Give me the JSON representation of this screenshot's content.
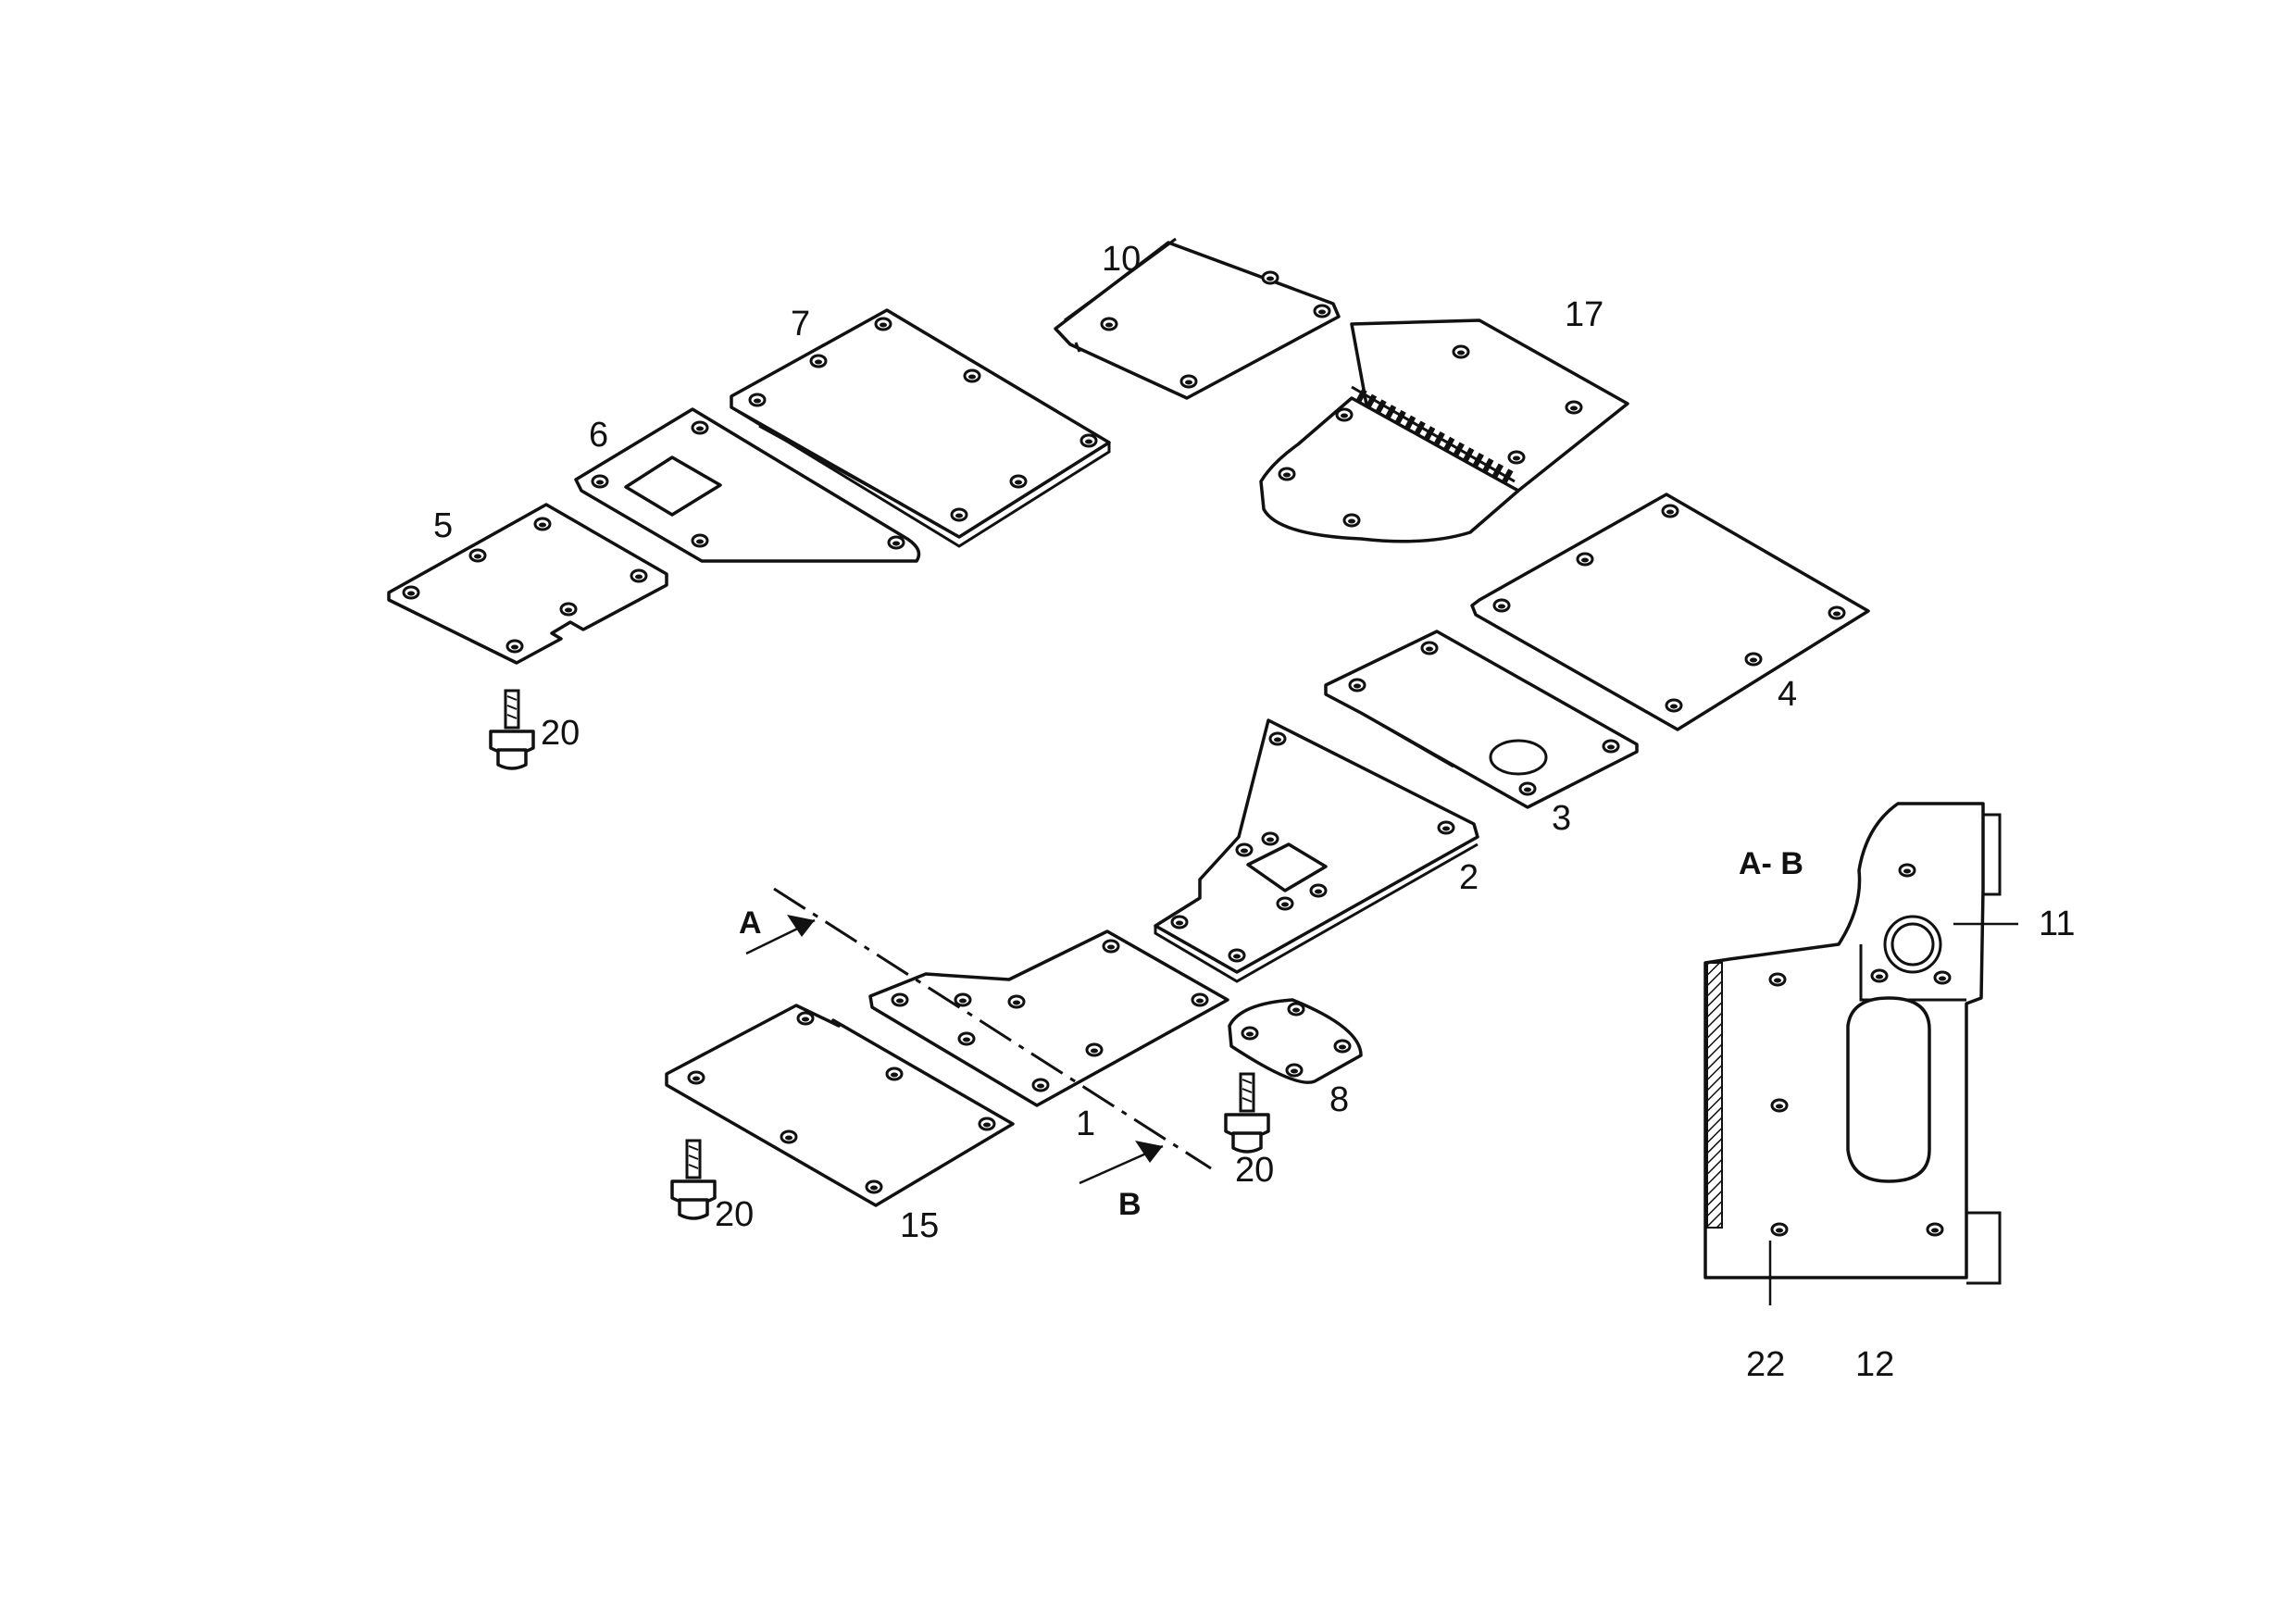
{
  "labels": {
    "p1": "1",
    "p2": "2",
    "p3": "3",
    "p4": "4",
    "p5": "5",
    "p6": "6",
    "p7": "7",
    "p8": "8",
    "p10": "10",
    "p15": "15",
    "p17": "17",
    "p11": "11",
    "p12": "12",
    "p22": "22",
    "bolt_a": "20",
    "bolt_b": "20",
    "bolt_c": "20"
  },
  "section": {
    "title": "A- B",
    "arrow_a": "A",
    "arrow_b": "B"
  }
}
